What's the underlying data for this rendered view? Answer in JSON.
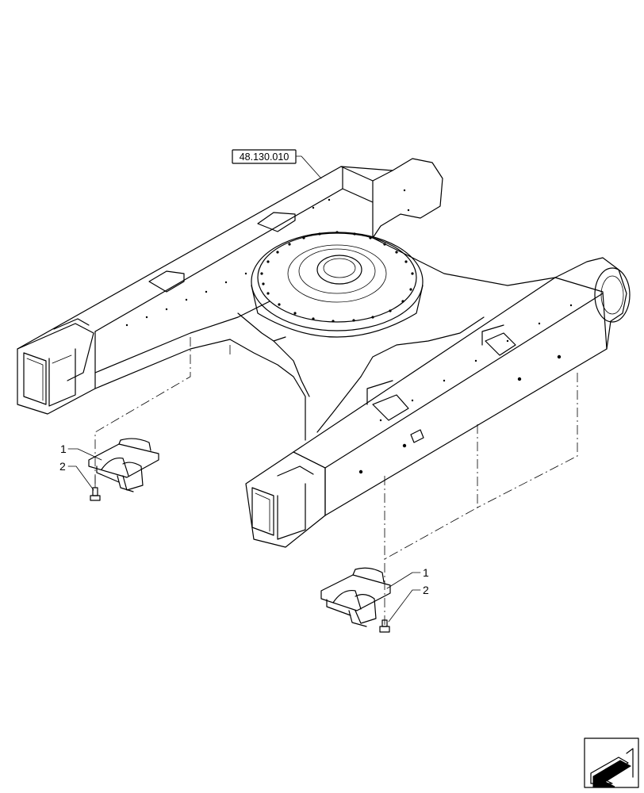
{
  "reference_label": "48.130.010",
  "callouts": {
    "left_part": "1",
    "left_bolt": "2",
    "right_part": "1",
    "right_bolt": "2"
  },
  "icons": {
    "corner_icon": "next-page-arrow-icon"
  }
}
